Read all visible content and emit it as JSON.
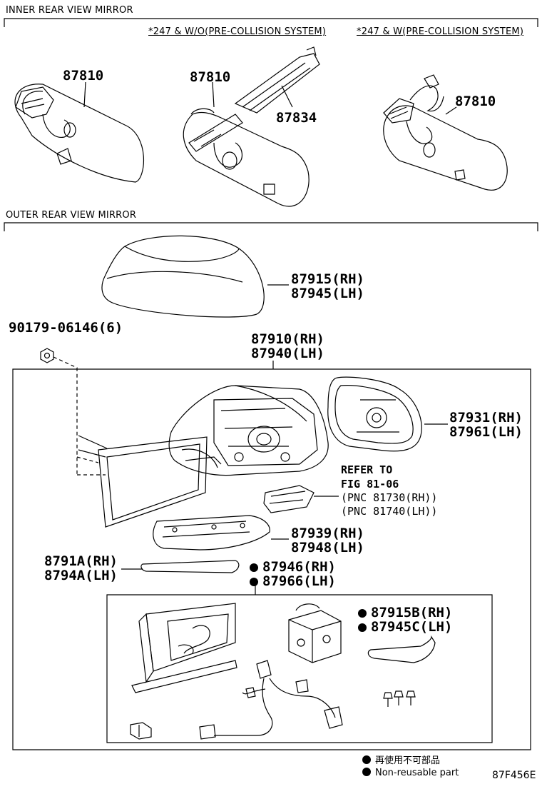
{
  "sections": {
    "inner_title": "INNER REAR VIEW MIRROR",
    "outer_title": "OUTER REAR VIEW MIRROR"
  },
  "variants": {
    "wo_pcs": "*247 & W/O(PRE-COLLISION SYSTEM)",
    "w_pcs": "*247 & W(PRE-COLLISION SYSTEM)"
  },
  "parts": {
    "p87810_a": "87810",
    "p87810_b": "87810",
    "p87834": "87834",
    "p87810_c": "87810",
    "p87915_rh": "87915(RH)",
    "p87945_lh": "87945(LH)",
    "p90179": "90179-06146(6)",
    "p87910_rh": "87910(RH)",
    "p87940_lh": "87940(LH)",
    "p87931_rh": "87931(RH)",
    "p87961_lh": "87961(LH)",
    "refer_1": "REFER TO",
    "refer_2": "FIG 81-06",
    "pnc_rh": "(PNC 81730(RH))",
    "pnc_lh": "(PNC 81740(LH))",
    "p87939_rh": "87939(RH)",
    "p87948_lh": "87948(LH)",
    "p8791a_rh": "8791A(RH)",
    "p8794a_lh": "8794A(LH)",
    "p87946_rh": "87946(RH)",
    "p87966_lh": "87966(LH)",
    "p87915b_rh": "87915B(RH)",
    "p87945c_lh": "87945C(LH)"
  },
  "legend": {
    "jp": "再使用不可部品",
    "en": "Non-reusable part"
  },
  "figure_code": "87F456E"
}
